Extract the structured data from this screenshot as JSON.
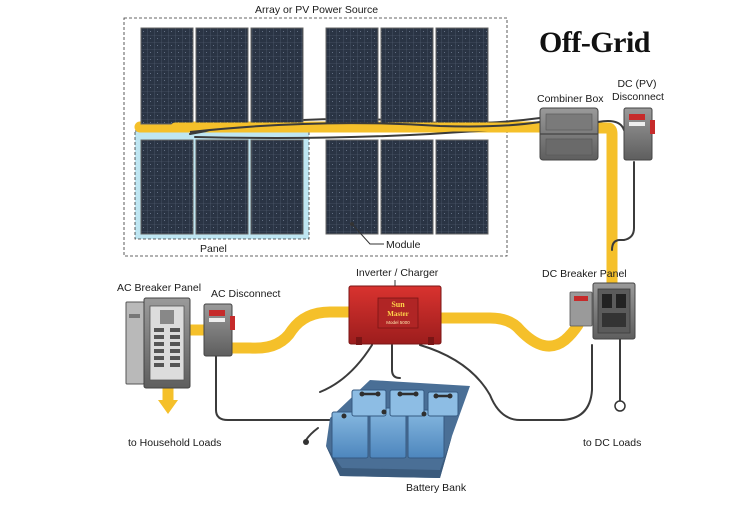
{
  "title": "Off-Grid",
  "labels": {
    "array": "Array or PV Power Source",
    "panel": "Panel",
    "module": "Module",
    "combiner_box": "Combiner Box",
    "dc_pv_disconnect_line1": "DC (PV)",
    "dc_pv_disconnect_line2": "Disconnect",
    "inverter_charger": "Inverter  /  Charger",
    "dc_breaker_panel": "DC  Breaker Panel",
    "ac_breaker_panel": "AC Breaker Panel",
    "ac_disconnect": "AC Disconnect",
    "household_loads": "to Household Loads",
    "dc_loads": "to DC Loads",
    "battery_bank": "Battery Bank"
  },
  "inverter_brand": {
    "line1": "Sun",
    "line2": "Master",
    "model": "Model 5000"
  },
  "colors": {
    "wire": "#f5c02a",
    "cable": "#3b3b3b",
    "solar_cell": "#2a3444",
    "panel_highlight": "#bfe6f2",
    "inverter": "#c82b2b",
    "battery": "#6aa2d2",
    "equipment": "#8a8a8a"
  }
}
